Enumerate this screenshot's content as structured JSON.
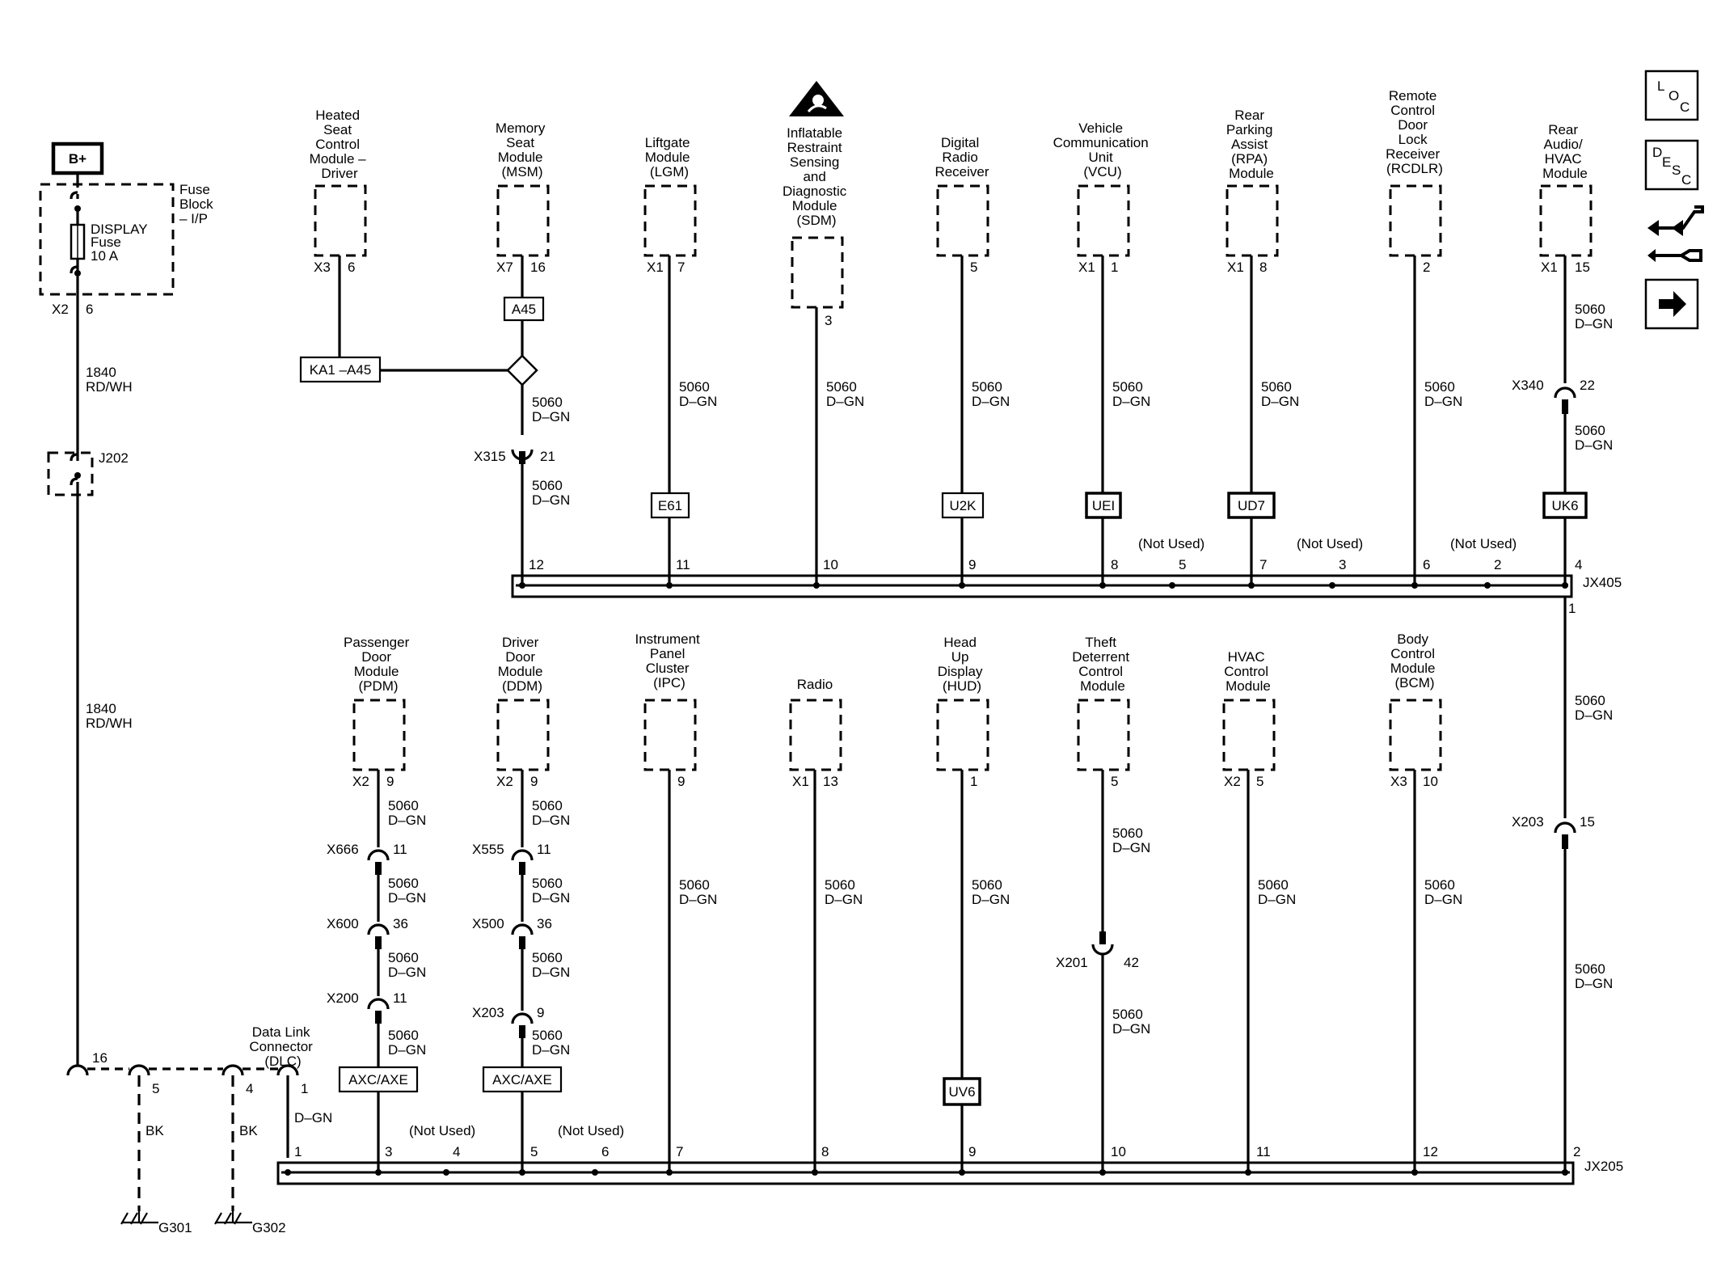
{
  "battery_label": "B+",
  "fuse": {
    "block_lines": [
      "Fuse",
      "Block",
      "– I/P"
    ],
    "name_lines": [
      "DISPLAY",
      "Fuse",
      "10 A"
    ],
    "conn": "X2",
    "pin": "6"
  },
  "wire_1840": [
    "1840",
    "RD/WH"
  ],
  "splice_j202": "J202",
  "dlc": {
    "lines": [
      "Data Link",
      "Connector",
      "(DLC)"
    ],
    "pins": [
      "16",
      "5",
      "4",
      "1"
    ],
    "wire_bk": "BK",
    "wire_dgn": "D–GN",
    "grounds": [
      "G301",
      "G302"
    ]
  },
  "wire_5060": [
    "5060",
    "D–GN"
  ],
  "top_modules": [
    {
      "id": "heated-seat",
      "lines": [
        "Heated",
        "Seat",
        "Control",
        "Module –",
        "Driver"
      ],
      "conn": "X3",
      "pin": "6"
    },
    {
      "id": "msm",
      "lines": [
        "Memory",
        "Seat",
        "Module",
        "(MSM)"
      ],
      "conn": "X7",
      "pin": "16"
    },
    {
      "id": "lgm",
      "lines": [
        "Liftgate",
        "Module",
        "(LGM)"
      ],
      "conn": "X1",
      "pin": "7"
    },
    {
      "id": "sdm",
      "lines": [
        "Inflatable",
        "Restraint",
        "Sensing",
        "and",
        "Diagnostic",
        "Module",
        "(SDM)"
      ],
      "conn": "",
      "pin": "3"
    },
    {
      "id": "drr",
      "lines": [
        "Digital",
        "Radio",
        "Receiver"
      ],
      "conn": "",
      "pin": "5"
    },
    {
      "id": "vcu",
      "lines": [
        "Vehicle",
        "Communication",
        "Unit",
        "(VCU)"
      ],
      "conn": "X1",
      "pin": "1"
    },
    {
      "id": "rpa",
      "lines": [
        "Rear",
        "Parking",
        "Assist",
        "(RPA)",
        "Module"
      ],
      "conn": "X1",
      "pin": "8"
    },
    {
      "id": "rcdlr",
      "lines": [
        "Remote",
        "Control",
        "Door",
        "Lock",
        "Receiver",
        "(RCDLR)"
      ],
      "conn": "",
      "pin": "2"
    },
    {
      "id": "rear-audio",
      "lines": [
        "Rear",
        "Audio/",
        "HVAC",
        "Module"
      ],
      "conn": "X1",
      "pin": "15"
    }
  ],
  "top_options": {
    "ka1": "KA1 –A45",
    "a45": "A45",
    "e61": "E61",
    "u2k": "U2K",
    "uei": "UEI",
    "ud7": "UD7",
    "uk6": "UK6"
  },
  "top_inline": {
    "x315": "X315",
    "x315_pin": "21",
    "x340": "X340",
    "x340_pin": "22"
  },
  "jx405": {
    "name": "JX405",
    "pins": [
      "12",
      "11",
      "10",
      "9",
      "8",
      "5",
      "7",
      "3",
      "6",
      "2",
      "4",
      "1"
    ],
    "not_used": "(Not Used)"
  },
  "bottom_modules": [
    {
      "id": "pdm",
      "lines": [
        "Passenger",
        "Door",
        "Module",
        "(PDM)"
      ],
      "conn": "X2",
      "pin": "9"
    },
    {
      "id": "ddm",
      "lines": [
        "Driver",
        "Door",
        "Module",
        "(DDM)"
      ],
      "conn": "X2",
      "pin": "9"
    },
    {
      "id": "ipc",
      "lines": [
        "Instrument",
        "Panel",
        "Cluster",
        "(IPC)"
      ],
      "conn": "",
      "pin": "9"
    },
    {
      "id": "radio",
      "lines": [
        "Radio"
      ],
      "conn": "X1",
      "pin": "13"
    },
    {
      "id": "hud",
      "lines": [
        "Head",
        "Up",
        "Display",
        "(HUD)"
      ],
      "conn": "",
      "pin": "1"
    },
    {
      "id": "tdcm",
      "lines": [
        "Theft",
        "Deterrent",
        "Control",
        "Module"
      ],
      "conn": "",
      "pin": "5"
    },
    {
      "id": "hvac",
      "lines": [
        "HVAC",
        "Control",
        "Module"
      ],
      "conn": "X2",
      "pin": "5"
    },
    {
      "id": "bcm",
      "lines": [
        "Body",
        "Control",
        "Module",
        "(BCM)"
      ],
      "conn": "X3",
      "pin": "10"
    }
  ],
  "bottom_inline": {
    "x666": "X666",
    "x666_pin": "11",
    "x600": "X600",
    "x600_pin": "36",
    "x200": "X200",
    "x200_pin": "11",
    "x555": "X555",
    "x555_pin": "11",
    "x500": "X500",
    "x500_pin": "36",
    "x203a": "X203",
    "x203a_pin": "9",
    "x201": "X201",
    "x201_pin": "42",
    "x203b": "X203",
    "x203b_pin": "15"
  },
  "bottom_options": {
    "axc1": "AXC/AXE",
    "axc2": "AXC/AXE",
    "uv6": "UV6"
  },
  "jx205": {
    "name": "JX205",
    "pins": [
      "1",
      "3",
      "4",
      "5",
      "6",
      "7",
      "8",
      "9",
      "10",
      "11",
      "12",
      "2"
    ],
    "not_used": "(Not Used)"
  },
  "side_buttons": [
    {
      "id": "loc",
      "letters": [
        "L",
        "O",
        "C"
      ],
      "icon": "location-icon"
    },
    {
      "id": "desc",
      "letters": [
        "D",
        "E",
        "S",
        "C"
      ],
      "icon": "description-icon"
    },
    {
      "id": "repair",
      "icon": "connector-repair-icon"
    },
    {
      "id": "next",
      "icon": "arrow-right-icon"
    }
  ]
}
